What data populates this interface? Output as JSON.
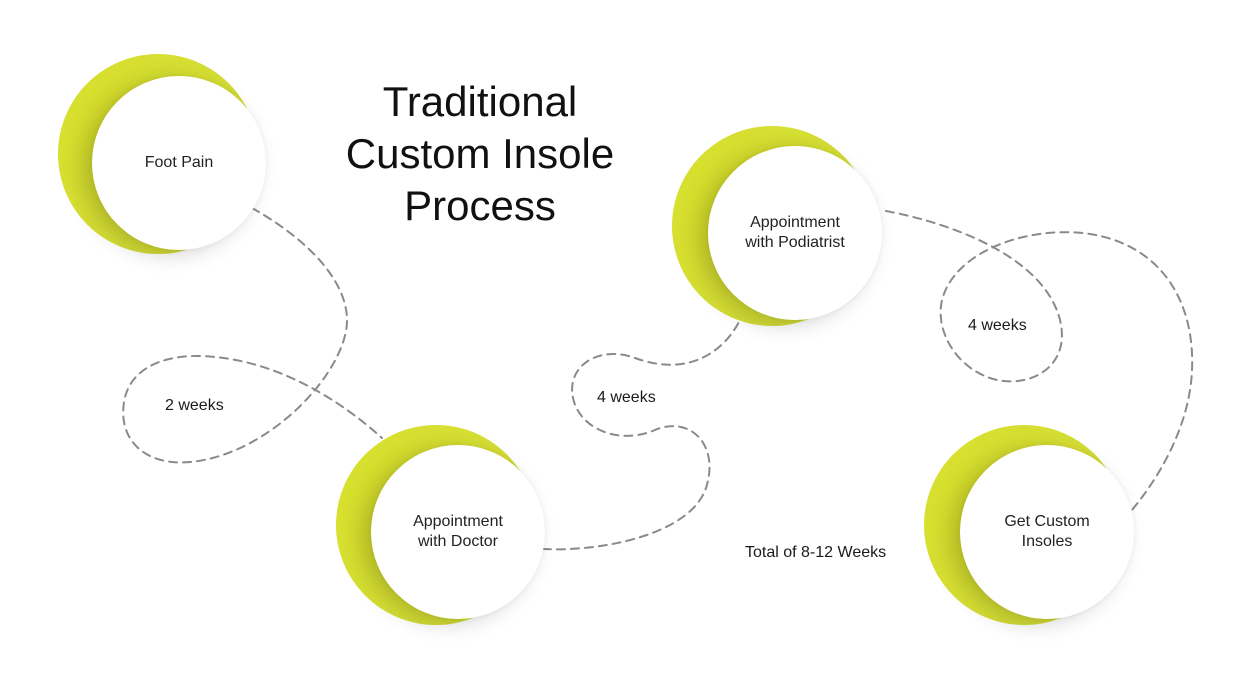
{
  "title": {
    "line1": "Traditional",
    "line2": "Custom Insole",
    "line3": "Process"
  },
  "steps": [
    {
      "line1": "Foot Pain",
      "line2": ""
    },
    {
      "line1": "Appointment",
      "line2": "with Doctor"
    },
    {
      "line1": "Appointment",
      "line2": "with Podiatrist"
    },
    {
      "line1": "Get Custom",
      "line2": "Insoles"
    }
  ],
  "durations": [
    "2 weeks",
    "4 weeks",
    "4 weeks"
  ],
  "total": "Total of 8-12 Weeks",
  "colors": {
    "accent": "#d6df33",
    "connector": "#8a8a8a",
    "background": "#ffffff"
  }
}
